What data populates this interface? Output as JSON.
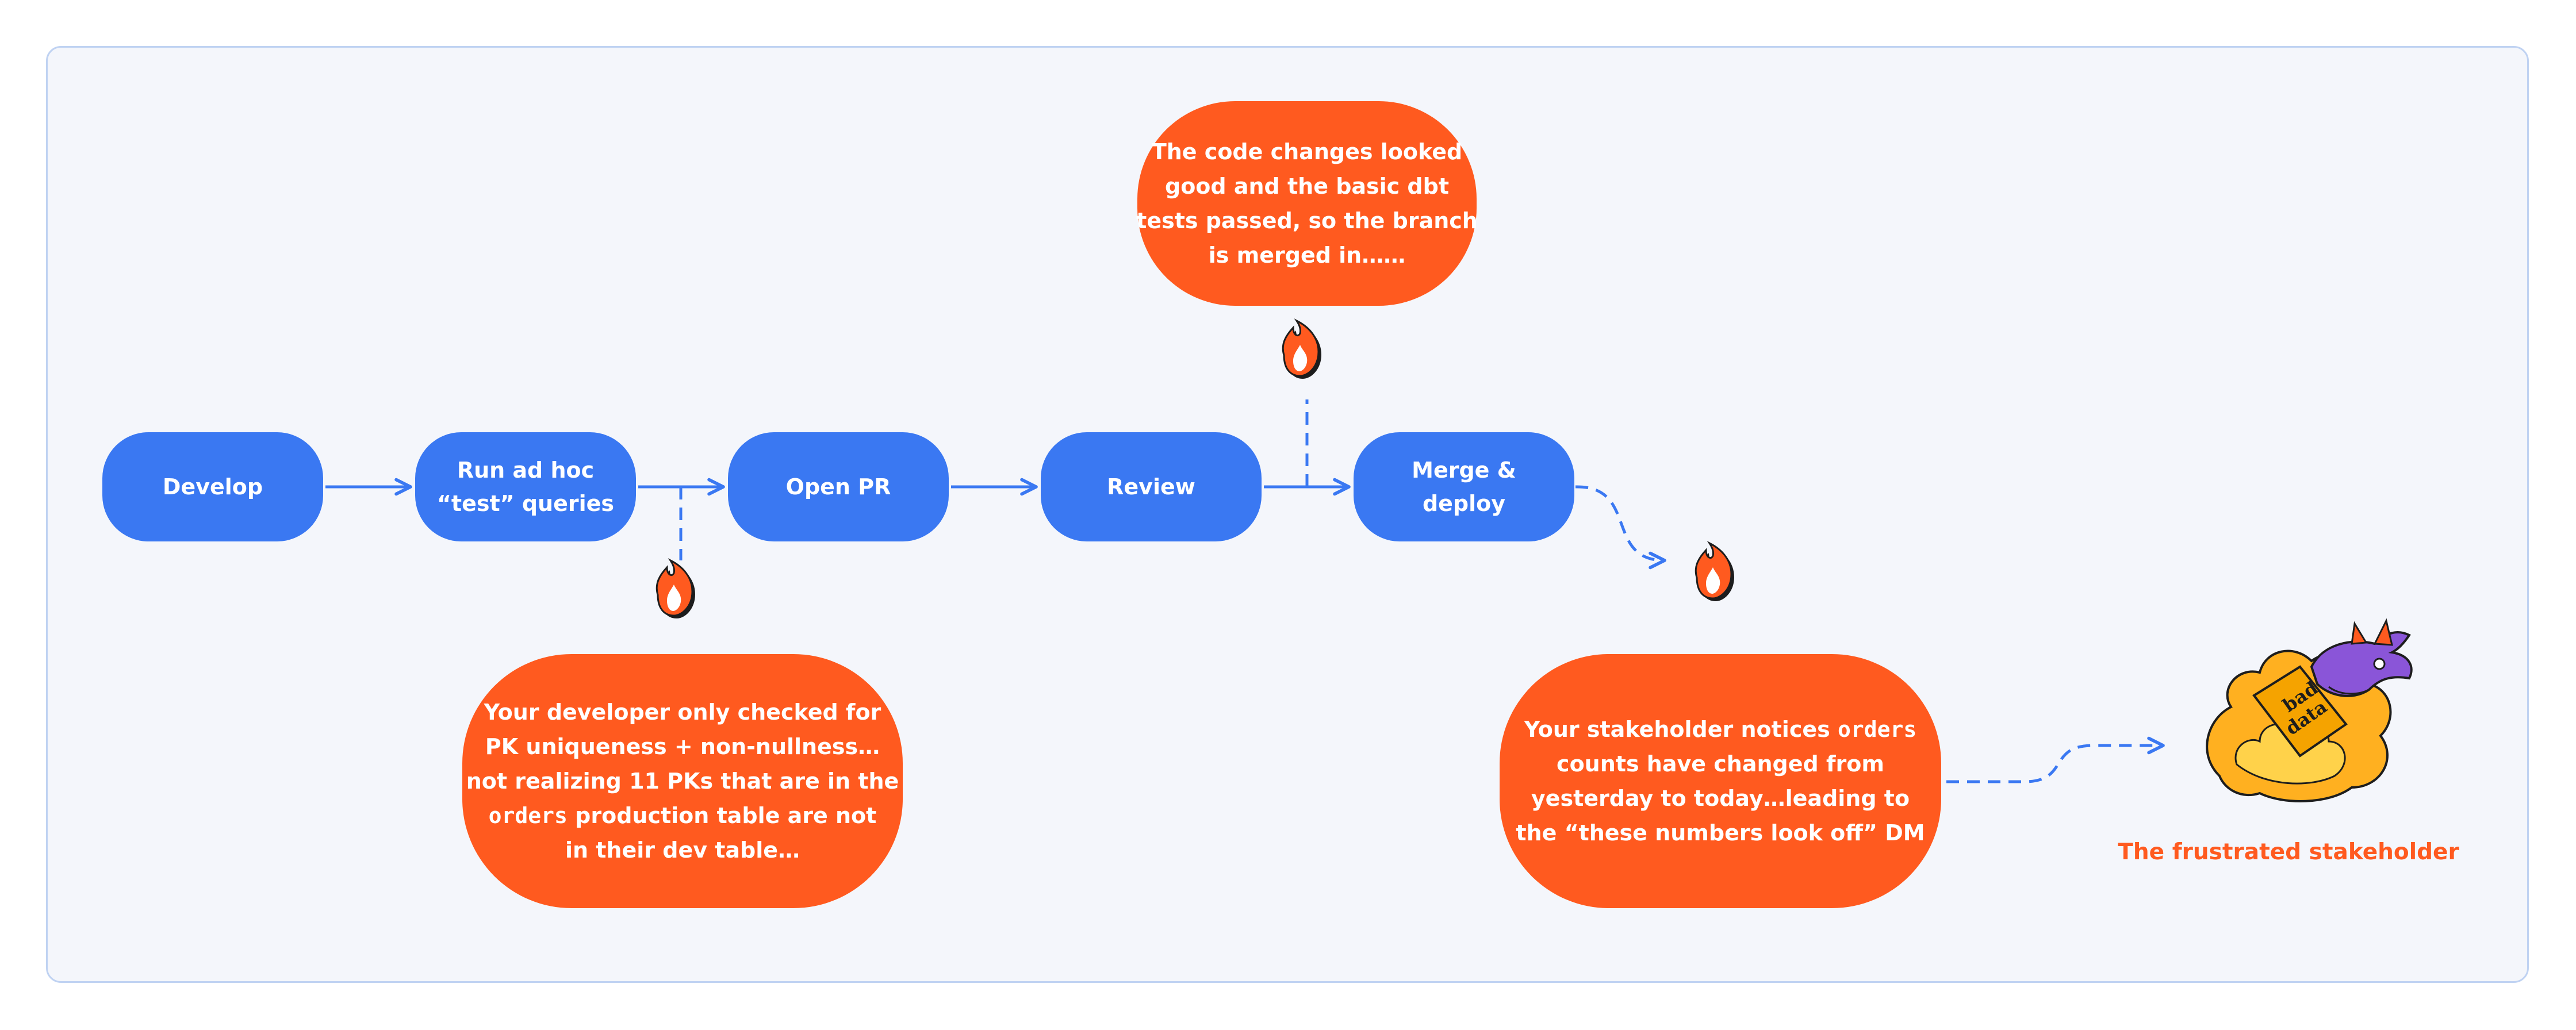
{
  "steps": [
    {
      "label": "Develop"
    },
    {
      "label_line1": "Run ad hoc",
      "label_line2": "“test” queries"
    },
    {
      "label": "Open PR"
    },
    {
      "label": "Review"
    },
    {
      "label": "Merge & deploy"
    }
  ],
  "notes": {
    "top": {
      "lines": [
        "The code changes looked",
        "good and the basic dbt",
        "tests passed, so the branch",
        "is merged in……"
      ]
    },
    "left": {
      "line1": "Your developer only checked for",
      "line2": "PK uniqueness + non-nullness…",
      "line3": "not realizing 11 PKs that are in the",
      "line4_code": "orders",
      "line4_rest": " production table are not",
      "line5": "in their dev table…"
    },
    "right": {
      "line1_text": "Your stakeholder notices ",
      "line1_code": "orders",
      "line2": "counts have changed from",
      "line3": "yesterday to today…leading to",
      "line4": "the “these numbers look off” DM"
    }
  },
  "stakeholder": {
    "caption": "The frustrated stakeholder",
    "sign_line1": "bad",
    "sign_line2": "data"
  },
  "colors": {
    "step_blue": "#3a78f2",
    "note_orange": "#ff5a1f",
    "arrow_blue": "#3a78f2",
    "background": "#f4f6fb",
    "border": "#bfd2f2"
  },
  "icons": [
    "fire-icon",
    "dragon-icon"
  ]
}
